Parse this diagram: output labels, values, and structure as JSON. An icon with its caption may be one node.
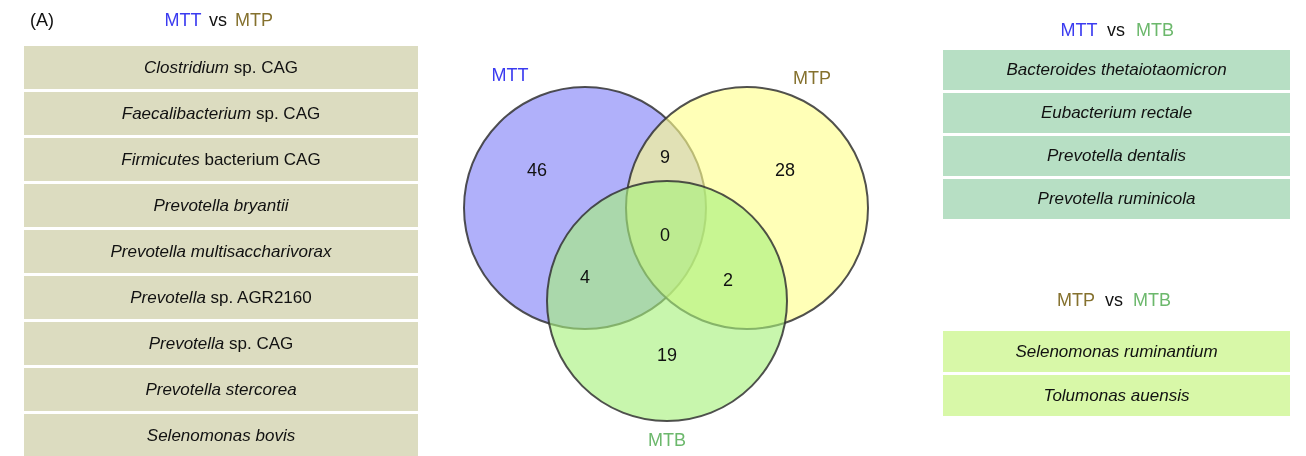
{
  "diagram": {
    "nodes": [
      {
        "text": [
          "MTT"
        ]
      },
      {
        "text": [
          "MTP"
        ]
      },
      {
        "text": [
          "MTB"
        ]
      },
      {
        "text": [
          "*Clostridium* sp. CAG",
          "*Faecalibacterium* sp. CAG",
          "*Firmicutes* bacterium CAG",
          "*Prevotella bryantii*",
          "*Prevotella multisaccharivorax*",
          "*Prevotella* sp. AGR2160",
          "*Prevotella* sp. CAG",
          "*Prevotella stercorea*",
          "*Selenomonas bovis*"
        ]
      },
      {
        "text": [
          "Bacteroides thetaiotaomicron",
          "Eubacterium rectale",
          "Prevotella dentalis",
          "Prevotella ruminicola"
        ]
      },
      {
        "text": [
          "Selenomonas ruminantium",
          "Tolumonas auensis"
        ]
      }
    ],
    "edges": [],
    "labels": [
      "(A)",
      "MTT",
      "vs",
      "MTP",
      "MTT",
      "vs",
      "MTB",
      "46",
      "9",
      "28",
      "0",
      "4",
      "2",
      "19",
      "MTP",
      "vs",
      "MTB"
    ]
  }
}
